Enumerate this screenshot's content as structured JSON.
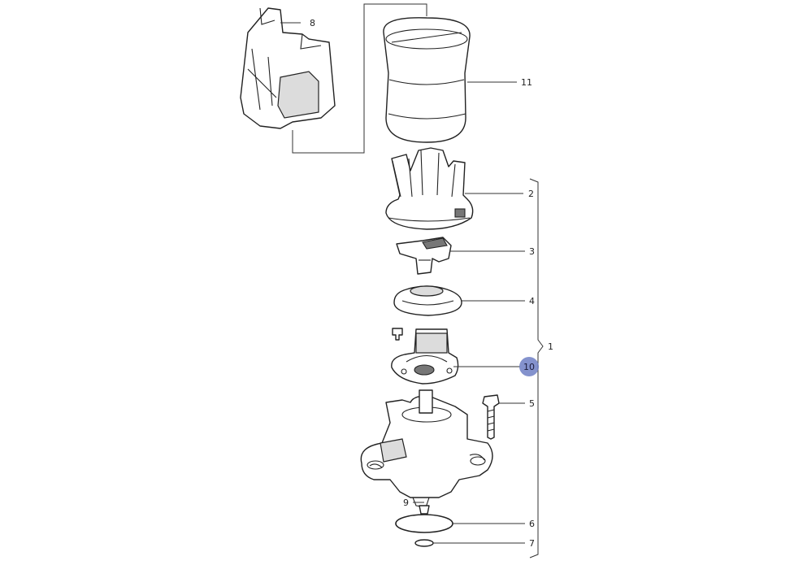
{
  "callouts": [
    {
      "id": "8",
      "label": "8"
    },
    {
      "id": "11",
      "label": "11"
    },
    {
      "id": "2",
      "label": "2"
    },
    {
      "id": "3",
      "label": "3"
    },
    {
      "id": "4",
      "label": "4"
    },
    {
      "id": "1",
      "label": "1"
    },
    {
      "id": "10",
      "label": "10"
    },
    {
      "id": "5",
      "label": "5"
    },
    {
      "id": "9",
      "label": "9"
    },
    {
      "id": "6",
      "label": "6"
    },
    {
      "id": "7",
      "label": "7"
    }
  ],
  "highlight": {
    "callout": "10",
    "color": "#6f7fc4"
  }
}
